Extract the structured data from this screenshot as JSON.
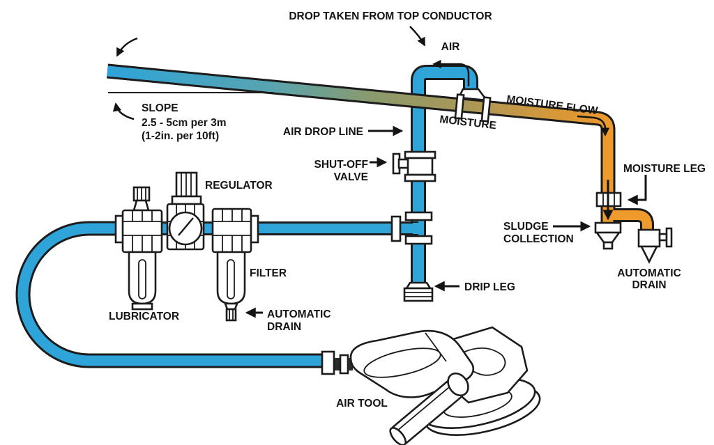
{
  "labels": {
    "drop_taken_from_top_conductor": "DROP TAKEN FROM TOP CONDUCTOR",
    "air": "AIR",
    "moisture_flow": "MOISTURE FLOW",
    "moisture": "MOISTURE",
    "air_drop_line": "AIR DROP LINE",
    "shut_off_valve": [
      "SHUT-OFF",
      "VALVE"
    ],
    "slope": [
      "SLOPE",
      "2.5 - 5cm per 3m",
      "(1-2in. per 10ft)"
    ],
    "regulator": "REGULATOR",
    "filter": "FILTER",
    "lubricator": "LUBRICATOR",
    "automatic_drain_filter": [
      "AUTOMATIC",
      "DRAIN"
    ],
    "drip_leg": "DRIP LEG",
    "moisture_leg": "MOISTURE LEG",
    "sludge_collection": [
      "SLUDGE",
      "COLLECTION"
    ],
    "automatic_drain_moisture_leg": [
      "AUTOMATIC",
      "DRAIN"
    ],
    "air_tool": "AIR TOOL"
  },
  "colors": {
    "pipe_blue": "#2EA4D9",
    "moisture_olive": "#8A9A6C",
    "moisture_orange": "#EE9A2C",
    "outline": "#1c1c1c",
    "text": "#141414",
    "background": "#ffffff"
  }
}
